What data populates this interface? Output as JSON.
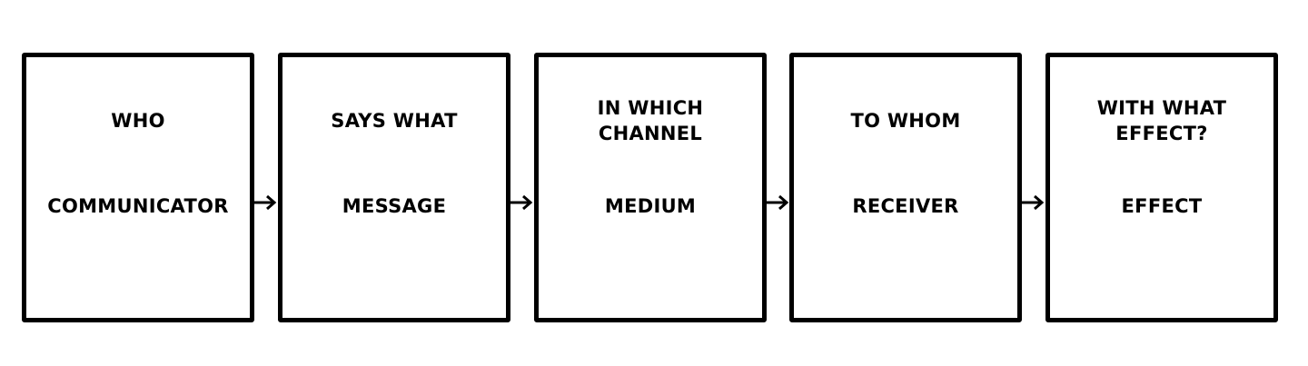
{
  "diagram": {
    "stages": [
      {
        "question": "WHO",
        "role": "COMMUNICATOR"
      },
      {
        "question": "SAYS WHAT",
        "role": "MESSAGE"
      },
      {
        "question": "IN WHICH CHANNEL",
        "role": "MEDIUM"
      },
      {
        "question": "TO WHOM",
        "role": "RECEIVER"
      },
      {
        "question": "WITH WHAT EFFECT?",
        "role": "EFFECT"
      }
    ]
  }
}
